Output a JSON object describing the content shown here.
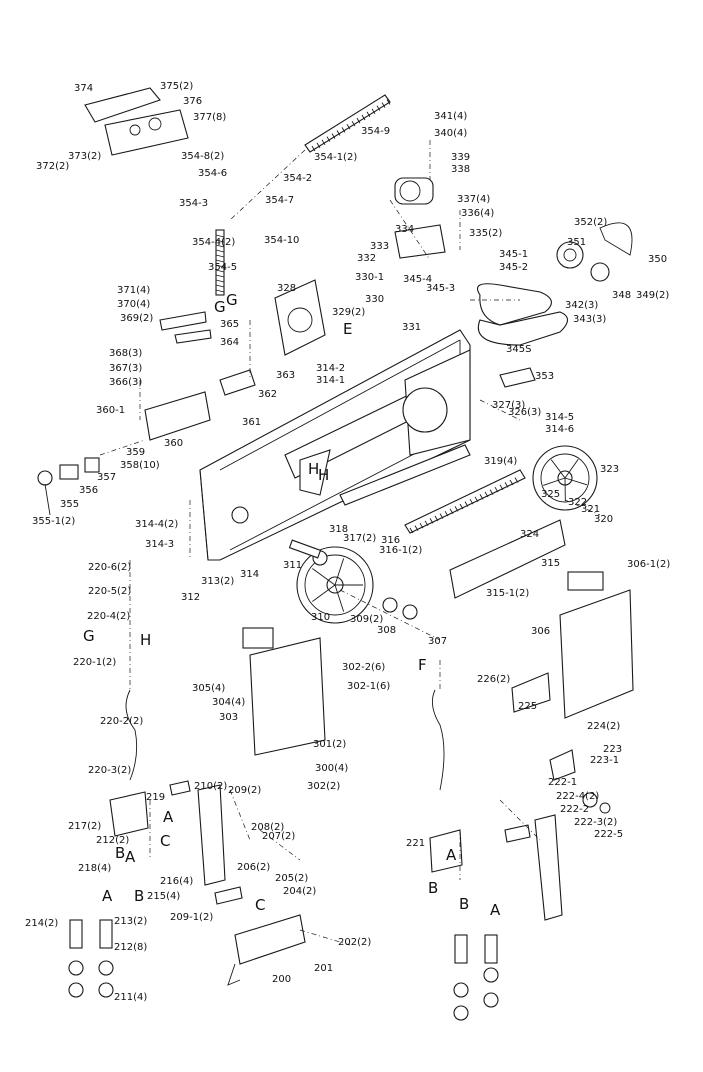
{
  "labels": [
    "374",
    "375(2)",
    "376",
    "377(8)",
    "373(2)",
    "372(2)",
    "354-9",
    "341(4)",
    "340(4)",
    "339",
    "338",
    "354-8(2)",
    "354-6",
    "354-1(2)",
    "354-2",
    "354-3",
    "354-7",
    "337(4)",
    "336(4)",
    "335(2)",
    "334",
    "352(2)",
    "351",
    "350",
    "333",
    "332",
    "330-1",
    "354-4(2)",
    "354-10",
    "354-5",
    "328",
    "345-1",
    "345-2",
    "345-4",
    "345-3",
    "348",
    "349(2)",
    "342(3)",
    "343(3)",
    "329(2)",
    "330",
    "331",
    "371(4)",
    "370(4)",
    "369(2)",
    "365",
    "364",
    "363",
    "368(3)",
    "367(3)",
    "366(3)",
    "362",
    "314-2",
    "314-1",
    "345S",
    "353",
    "360-1",
    "360",
    "361",
    "327(3)",
    "326(3)",
    "314-5",
    "314-6",
    "319(4)",
    "323",
    "359",
    "358(10)",
    "357",
    "356",
    "355",
    "355-1(2)",
    "318",
    "317(2)",
    "316",
    "316-1(2)",
    "325",
    "322",
    "321",
    "320",
    "324",
    "314-4(2)",
    "314-3",
    "311",
    "313(2)",
    "314",
    "312",
    "315",
    "306-1(2)",
    "220-6(2)",
    "220-5(2)",
    "220-4(2)",
    "220-1(2)",
    "310",
    "309(2)",
    "308",
    "307",
    "315-1(2)",
    "306",
    "302-2(6)",
    "302-1(6)",
    "305(4)",
    "304(4)",
    "303",
    "226(2)",
    "225",
    "224(2)",
    "223",
    "223-1",
    "220-2(2)",
    "301(2)",
    "300(4)",
    "302(2)",
    "222-1",
    "222-4(2)",
    "222-2",
    "222-3(2)",
    "222-5",
    "220-3(2)",
    "210(2)",
    "209(2)",
    "219",
    "217(2)",
    "212(2)",
    "218(4)",
    "208(2)",
    "207(2)",
    "206(2)",
    "216(4)",
    "215(4)",
    "205(2)",
    "204(2)",
    "221",
    "214(2)",
    "213(2)",
    "212(8)",
    "211(4)",
    "209-1(2)",
    "202(2)",
    "201",
    "200"
  ],
  "callouts": [
    "G",
    "H",
    "E",
    "F",
    "B",
    "A",
    "C"
  ]
}
